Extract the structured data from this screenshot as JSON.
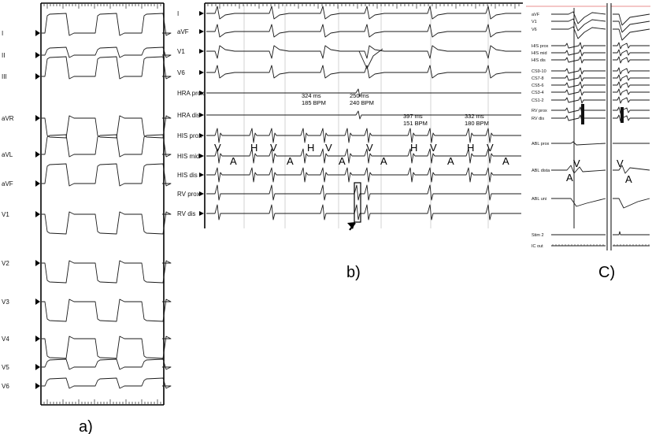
{
  "panels": {
    "a": {
      "caption": "a)",
      "leads": [
        "I",
        "II",
        "III",
        "aVR",
        "aVL",
        "aVF",
        "V1",
        "V2",
        "V3",
        "V4",
        "V5",
        "V6"
      ]
    },
    "b": {
      "caption": "b)",
      "leads": [
        "I",
        "aVF",
        "V1",
        "V6",
        "HRA prox",
        "HRA dis",
        "HIS prox",
        "HIS mid",
        "HIS dis",
        "RV prox",
        "RV dis"
      ],
      "measurements": [
        {
          "ms": "324 ms",
          "bpm": "185 BPM"
        },
        {
          "ms": "250 ms",
          "bpm": "240 BPM"
        },
        {
          "ms": "397 ms",
          "bpm": "151 BPM"
        },
        {
          "ms": "332 ms",
          "bpm": "180 BPM"
        }
      ],
      "annotations_upper": [
        "V",
        "H",
        "V",
        "H",
        "V",
        "V",
        "H",
        "V",
        "H",
        "V"
      ],
      "annotations_lower": [
        "A",
        "A",
        "A",
        "A",
        "A",
        "A"
      ]
    },
    "c": {
      "caption": "C)",
      "leads": [
        "aVF",
        "V1",
        "V6",
        "HIS prox",
        "HIS mid",
        "HIS dis",
        "CS9-10",
        "CS7-8",
        "CS5-6",
        "CS3-4",
        "CS1-2",
        "RV prox",
        "RV dis",
        "ABL prox",
        "ABL dista",
        "ABL uni",
        "Stim 2",
        "IC out"
      ],
      "annotations": [
        "V",
        "A",
        "V",
        "A"
      ]
    }
  }
}
